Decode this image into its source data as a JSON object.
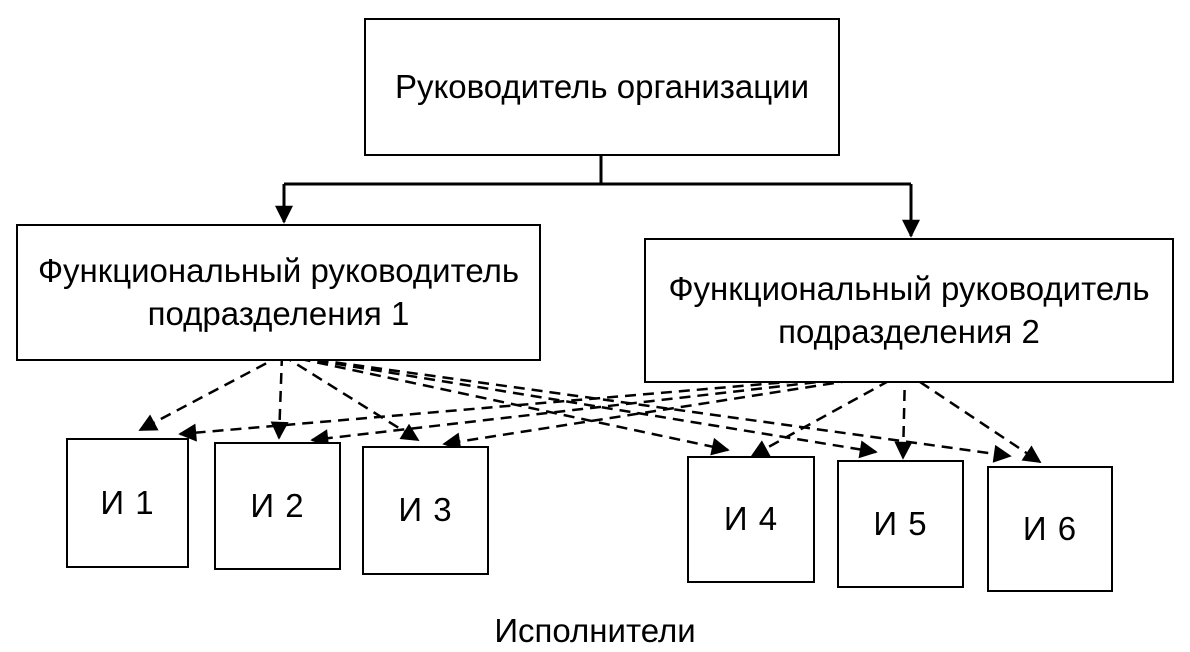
{
  "head": {
    "label": "Руководитель организации"
  },
  "functional_managers": [
    {
      "line1": "Функциональный руководитель",
      "line2": "подразделения 1"
    },
    {
      "line1": "Функциональный руководитель",
      "line2": "подразделения 2"
    }
  ],
  "executors": [
    {
      "label": "И 1"
    },
    {
      "label": "И 2"
    },
    {
      "label": "И 3"
    },
    {
      "label": "И 4"
    },
    {
      "label": "И 5"
    },
    {
      "label": "И 6"
    }
  ],
  "caption": "Исполнители"
}
